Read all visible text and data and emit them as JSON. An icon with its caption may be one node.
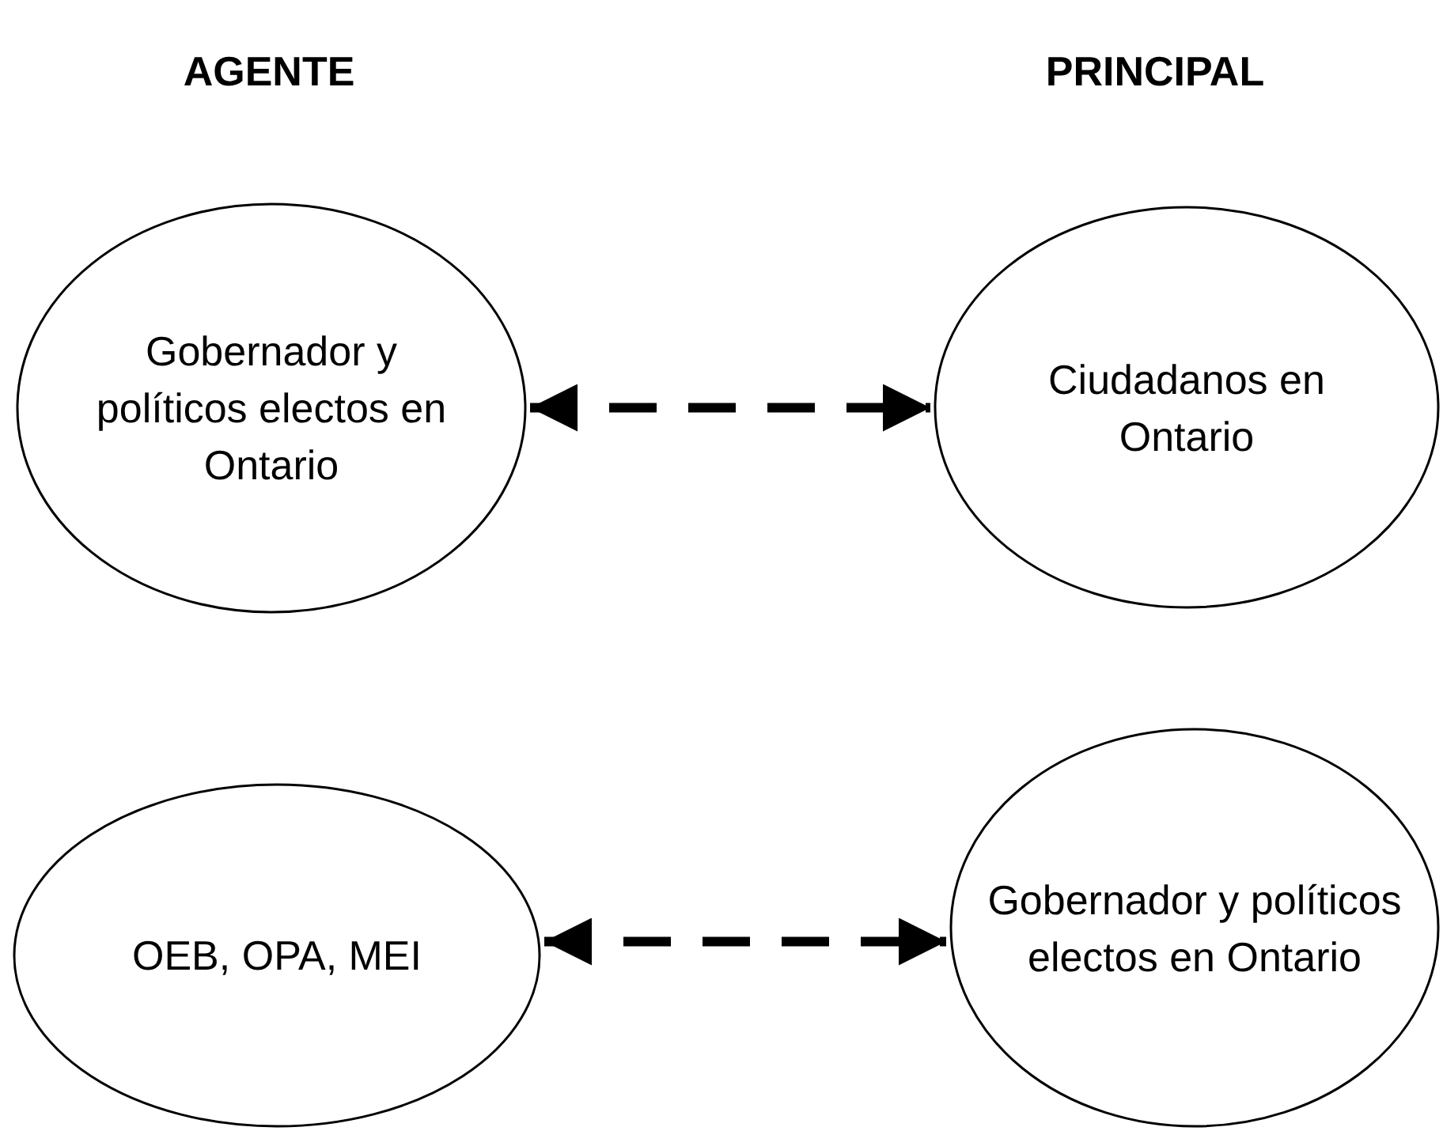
{
  "diagram": {
    "nodes": [
      {
        "text": [
          "Gobernador y políticos electos en Ontario"
        ]
      },
      {
        "text": [
          "Ciudadanos en Ontario"
        ]
      },
      {
        "text": [
          "OEB, OPA, MEI"
        ]
      },
      {
        "text": [
          "Gobernador y políticos electos en Ontario"
        ]
      }
    ],
    "edges": [
      {
        "from": 0,
        "to": 1,
        "arrow": "both",
        "style": "dashed"
      },
      {
        "from": 2,
        "to": 3,
        "arrow": "both",
        "style": "dashed"
      }
    ],
    "labels": [
      "AGENTE",
      "PRINCIPAL"
    ]
  }
}
